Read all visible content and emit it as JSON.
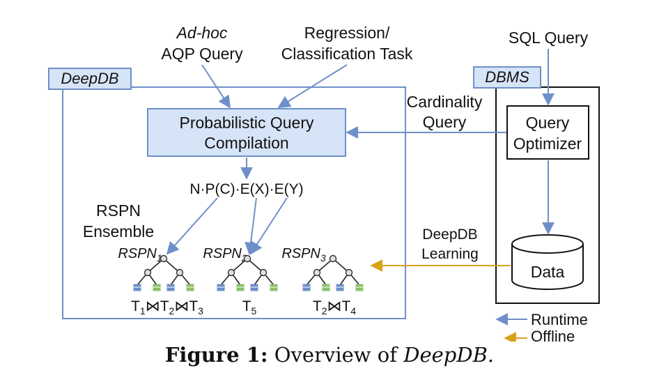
{
  "inputs": {
    "adhoc_prefix": "Ad-hoc",
    "adhoc_rest": "AQP Query",
    "regression_line1": "Regression/",
    "regression_line2": "Classification Task",
    "sql_query": "SQL Query"
  },
  "deepdb_box": {
    "label": "DeepDB"
  },
  "dbms_box": {
    "label": "DBMS"
  },
  "compilation": {
    "line1": "Probabilistic Query",
    "line2": "Compilation"
  },
  "cardinality": {
    "line1": "Cardinality",
    "line2": "Query"
  },
  "optimizer": {
    "line1": "Query",
    "line2": "Optimizer"
  },
  "formula": "N·P(C)·E(X)·E(Y)",
  "ensemble": {
    "line1": "RSPN",
    "line2": "Ensemble"
  },
  "rspns": [
    {
      "name": "RSPN",
      "index": "1",
      "tables": [
        {
          "t": "T",
          "s": "1"
        },
        {
          "j": "⋈"
        },
        {
          "t": "T",
          "s": "2"
        },
        {
          "j": "⋈"
        },
        {
          "t": "T",
          "s": "3"
        }
      ]
    },
    {
      "name": "RSPN",
      "index": "2",
      "tables": [
        {
          "t": "T",
          "s": "5"
        }
      ]
    },
    {
      "name": "RSPN",
      "index": "3",
      "tables": [
        {
          "t": "T",
          "s": "2"
        },
        {
          "j": "⋈"
        },
        {
          "t": "T",
          "s": "4"
        }
      ]
    }
  ],
  "learning": {
    "line1": "DeepDB",
    "line2": "Learning"
  },
  "data_store": {
    "label": "Data"
  },
  "legend": {
    "runtime": "Runtime",
    "offline": "Offline"
  },
  "colors": {
    "box_fill": "#d6e4f7",
    "box_stroke": "#6d8fc7",
    "runtime_arrow": "#6f8fc8",
    "offline_arrow": "#d9a21a",
    "node_fill": "#e0e0e0",
    "leaf_blue": "#6d8fc7",
    "leaf_green": "#8cc06a"
  },
  "caption": {
    "label": "Figure 1:",
    "text": "Overview of",
    "name": "DeepDB."
  }
}
